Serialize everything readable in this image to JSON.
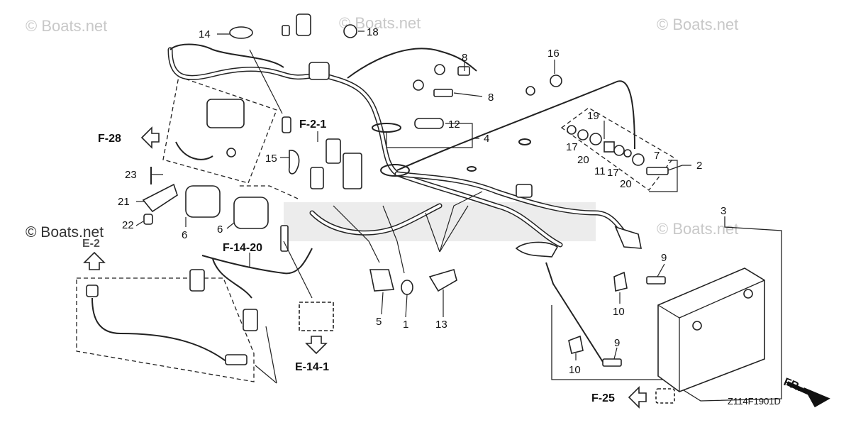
{
  "watermarks": {
    "wm1": "© Boats.net",
    "wm2": "© Boats.net",
    "wm3": "© Boats.net",
    "wm4": "© Boats.net",
    "wm5": "© Boats.net"
  },
  "references": {
    "f28": "F-28",
    "f21": "F-2-1",
    "e2": "E-2",
    "f1420": "F-14-20",
    "e141": "E-14-1",
    "f25": "F-25",
    "fr": "FR."
  },
  "callouts": {
    "c1": "1",
    "c2": "2",
    "c3": "3",
    "c4": "4",
    "c5": "5",
    "c6a": "6",
    "c6b": "6",
    "c7": "7",
    "c8a": "8",
    "c8b": "8",
    "c9a": "9",
    "c9b": "9",
    "c10a": "10",
    "c10b": "10",
    "c11": "11",
    "c12": "12",
    "c13": "13",
    "c14": "14",
    "c15": "15",
    "c16": "16",
    "c17a": "17",
    "c17b": "17",
    "c18": "18",
    "c19": "19",
    "c20a": "20",
    "c20b": "20",
    "c21": "21",
    "c22": "22",
    "c23": "23"
  },
  "diagram_code": "Z114F1901D"
}
